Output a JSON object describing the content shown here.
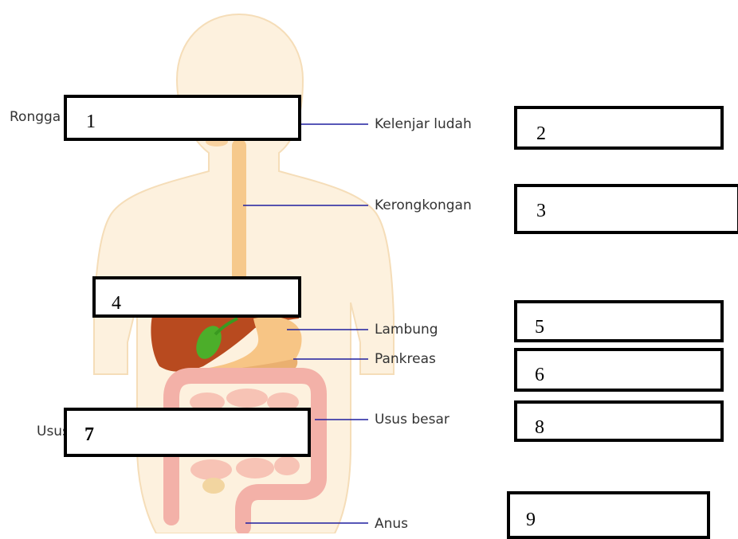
{
  "labels": {
    "left_top": "Rongga mulut",
    "left_bottom": "Usus halus",
    "kelenjar": "Kelenjar ludah",
    "kerongkongan": "Kerongkongan",
    "lambung": "Lambung",
    "pankreas": "Pankreas",
    "usus_besar": "Usus besar",
    "anus": "Anus"
  },
  "boxes": [
    "1",
    "2",
    "3",
    "4",
    "5",
    "6",
    "7",
    "8",
    "9"
  ],
  "colors": {
    "body_fill": "#fdf1de",
    "body_stroke": "#f5ddb8",
    "esophagus": "#f6c98c",
    "liver": "#b84a1f",
    "gallbladder": "#4cae2a",
    "intestine": "#f3b1a8",
    "stomach": "#f7c585",
    "leader_line": "#1f1f9f"
  }
}
